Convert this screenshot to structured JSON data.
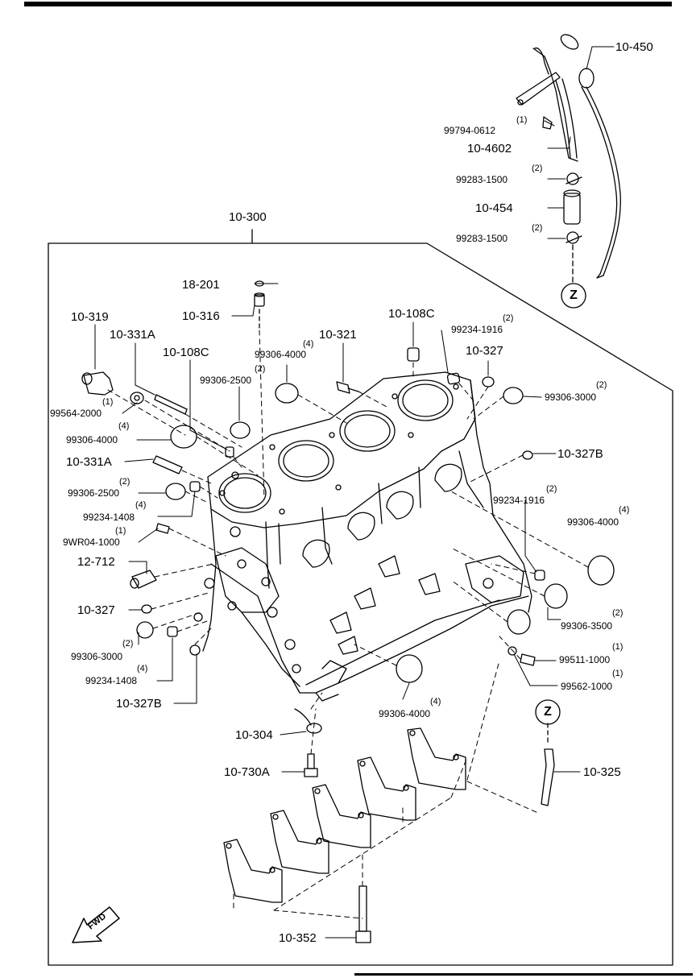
{
  "callouts": {
    "p10_450": "10-450",
    "p99794_0612": {
      "qty": "(1)",
      "num": "99794-0612"
    },
    "p10_4602": "10-4602",
    "p99283_1500_a": {
      "qty": "(2)",
      "num": "99283-1500"
    },
    "p10_454": "10-454",
    "p99283_1500_b": {
      "qty": "(2)",
      "num": "99283-1500"
    },
    "p10_300": "10-300",
    "p18_201": "18-201",
    "p10_316": "10-316",
    "p10_319": "10-319",
    "p10_331A_top": "10-331A",
    "p10_108C_left": "10-108C",
    "p99306_4000_top": {
      "qty": "(4)",
      "num": "99306-4000"
    },
    "p10_321": "10-321",
    "p10_108C_right": "10-108C",
    "p99234_1916_top": {
      "qty": "(2)",
      "num": "99234-1916"
    },
    "p10_327_top": "10-327",
    "p99306_2500_top": {
      "qty": "(2)",
      "num": "99306-2500"
    },
    "p99564_2000": {
      "qty": "(1)",
      "num": "99564-2000"
    },
    "p99306_3000_right": {
      "qty": "(2)",
      "num": "99306-3000"
    },
    "p99306_4000_left": {
      "qty": "(4)",
      "num": "99306-4000"
    },
    "p10_327B_right": "10-327B",
    "p10_331A_left": "10-331A",
    "p99306_2500_left": {
      "qty": "(2)",
      "num": "99306-2500"
    },
    "p99234_1408_top": {
      "qty": "(4)",
      "num": "99234-1408"
    },
    "p99234_1916_right": {
      "qty": "(2)",
      "num": "99234-1916"
    },
    "p99306_4000_right": {
      "qty": "(4)",
      "num": "99306-4000"
    },
    "p9WR04_1000": {
      "qty": "(1)",
      "num": "9WR04-1000"
    },
    "p12_712": "12-712",
    "p10_327_left": "10-327",
    "p99306_3500": {
      "qty": "(2)",
      "num": "99306-3500"
    },
    "p99306_3000_left": {
      "qty": "(2)",
      "num": "99306-3000"
    },
    "p99511_1000": {
      "qty": "(1)",
      "num": "99511-1000"
    },
    "p99234_1408_bottom": {
      "qty": "(4)",
      "num": "99234-1408"
    },
    "p99562_1000": {
      "qty": "(1)",
      "num": "99562-1000"
    },
    "p10_327B_left": "10-327B",
    "p99306_4000_bottom": {
      "qty": "(4)",
      "num": "99306-4000"
    },
    "p10_304": "10-304",
    "p10_730A": "10-730A",
    "p10_325": "10-325",
    "p10_352": "10-352"
  },
  "markers": {
    "z_top": "Z",
    "z_bottom": "Z"
  },
  "fwd": "FWD"
}
